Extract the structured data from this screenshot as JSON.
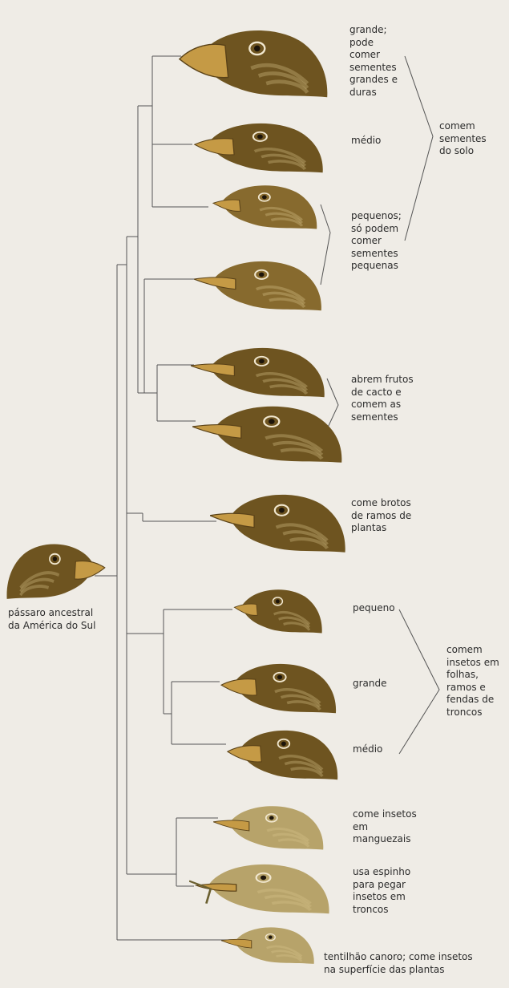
{
  "ancestor_label": "pássaro ancestral\nda América do Sul",
  "groups": {
    "ground_seeds": "comem\nsementes\ndo solo",
    "insects_leaves": "comem\ninsetos em\nfolhas,\nramos e\nfendas de\ntroncos"
  },
  "birds": [
    {
      "label": "grande;\npode\ncomer\nsementes\ngrandes e\nduras",
      "plumage": "dark"
    },
    {
      "label": "médio",
      "plumage": "dark"
    },
    {
      "label": "",
      "plumage": "mid"
    },
    {
      "label": "pequenos;\nsó podem\ncomer\nsementes\npequenas",
      "plumage": "mid"
    },
    {
      "label": "",
      "plumage": "dark"
    },
    {
      "label": "abrem frutos\nde cacto e\ncomem as\nsementes",
      "plumage": "dark"
    },
    {
      "label": "come brotos\nde ramos de\nplantas",
      "plumage": "dark"
    },
    {
      "label": "pequeno",
      "plumage": "dark"
    },
    {
      "label": "grande",
      "plumage": "dark"
    },
    {
      "label": "médio",
      "plumage": "dark"
    },
    {
      "label": "come insetos\nem\nmanguezais",
      "plumage": "light"
    },
    {
      "label": "usa espinho\npara pegar\ninsetos em\ntroncos",
      "plumage": "light"
    },
    {
      "label": "tentilhão canoro; come insetos\nna superfície das plantas",
      "plumage": "light"
    }
  ],
  "colors": {
    "dark": "#6e5420",
    "mid": "#876a2e",
    "light": "#b7a36a",
    "beak": "#c59a45",
    "line": "#555555"
  }
}
